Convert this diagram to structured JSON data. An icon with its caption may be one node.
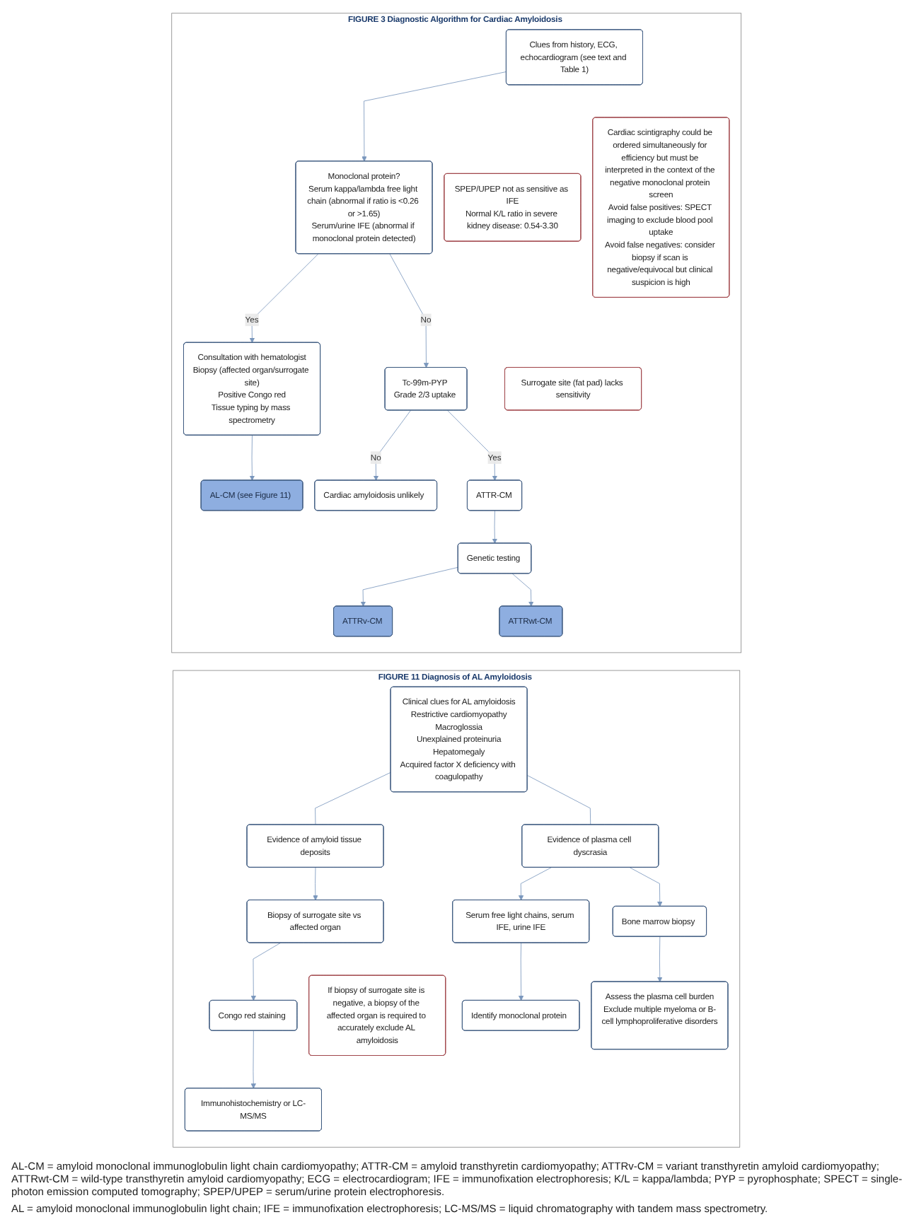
{
  "diagram": {
    "nodes": [
      {
        "text": [
          "FIGURE 3 Diagnostic Algorithm for Cardiac Amyloidosis"
        ]
      },
      {
        "text": [
          "Clues from history, ECG, echocardiogram (see text and Table 1)"
        ],
        "in": 0
      },
      {
        "text": [
          "SPEP/UPEP not as sensitive as IFE",
          "Normal K/L ratio in severe kidney disease: 0.54-3.30"
        ],
        "in": 0
      },
      {
        "text": [
          "Monoclonal protein?",
          "Serum kappa/lambda free light chain (abnormal if ratio is <0.26 or >1.65)",
          "Serum/urine IFE (abnormal if monoclonal protein detected)"
        ],
        "in": 0
      },
      {
        "text": [
          "Cardiac scintigraphy could be ordered simultaneously for efficiency but must be interpreted in the context of the negative monoclonal protein screen",
          "Avoid false positives: SPECT imaging to exclude blood pool uptake",
          "Avoid false negatives: consider biopsy if scan is negative/equivocal but clinical suspicion is high"
        ],
        "in": 0
      },
      {
        "text": [
          "Surrogate site (fat pad) lacks sensitivity"
        ],
        "in": 0
      },
      {
        "text": [
          "Consultation with hematologist",
          "Biopsy (affected organ/surrogate site)",
          "Positive Congo red",
          "Tissue typing by mass spectrometry"
        ],
        "in": 0
      },
      {
        "text": [
          "Tc-99m-PYP",
          "Grade 2/3 uptake"
        ],
        "in": 0
      },
      {
        "text": [
          "AL-CM (see Figure 11)"
        ],
        "in": 0
      },
      {
        "text": [
          "Cardiac amyloidosis unlikely"
        ],
        "in": 0
      },
      {
        "text": [
          "ATTR-CM"
        ],
        "in": 0
      },
      {
        "text": [
          "Genetic testing"
        ],
        "in": 0
      },
      {
        "text": [
          "ATTRv-CM"
        ],
        "in": 0
      },
      {
        "text": [
          "ATTRwt-CM"
        ],
        "in": 0
      },
      {
        "text": [
          "FIGURE 11 Diagnosis of AL Amyloidosis"
        ]
      },
      {
        "text": [
          "Clinical clues for AL amyloidosis",
          "Restrictive cardiomyopathy",
          "Macroglossia",
          "Unexplained proteinuria",
          "Hepatomegaly",
          "Acquired factor X deficiency with coagulopathy"
        ],
        "in": 14
      },
      {
        "text": [
          "Evidence of amyloid tissue deposits"
        ],
        "in": 14
      },
      {
        "text": [
          "Evidence of plasma cell dyscrasia"
        ],
        "in": 14
      },
      {
        "text": [
          "Biopsy of surrogate site vs affected organ"
        ],
        "in": 14
      },
      {
        "text": [
          "If biopsy of surrogate site is negative, a biopsy of the affected organ is required to accurately exclude AL amyloidosis"
        ],
        "in": 14
      },
      {
        "text": [
          "Congo red staining"
        ],
        "in": 14
      },
      {
        "text": [
          "Immunohistochemistry or LC-MS/MS"
        ],
        "in": 14
      },
      {
        "text": [
          "Serum free light chains, serum IFE, urine IFE"
        ],
        "in": 14
      },
      {
        "text": [
          "Bone marrow biopsy"
        ],
        "in": 14
      },
      {
        "text": [
          "Identify monoclonal protein"
        ],
        "in": 14
      },
      {
        "text": [
          "Assess the plasma cell burden",
          "Exclude multiple myeloma or B-cell lymphoproliferative disorders"
        ],
        "in": 14
      }
    ],
    "edges": [
      {
        "from": 1,
        "to": 3,
        "arrow": "to"
      },
      {
        "from": 3,
        "to": 6,
        "arrow": "to",
        "label": "Yes"
      },
      {
        "from": 3,
        "to": 7,
        "arrow": "to",
        "label": "No"
      },
      {
        "from": 6,
        "to": 8,
        "arrow": "to"
      },
      {
        "from": 7,
        "to": 9,
        "arrow": "to",
        "label": "No"
      },
      {
        "from": 7,
        "to": 10,
        "arrow": "to",
        "label": "Yes"
      },
      {
        "from": 10,
        "to": 11,
        "arrow": "to"
      },
      {
        "from": 11,
        "to": 12,
        "arrow": "to"
      },
      {
        "from": 11,
        "to": 13,
        "arrow": "to"
      },
      {
        "from": 15,
        "to": 16,
        "arrow": "none"
      },
      {
        "from": 15,
        "to": 17,
        "arrow": "none"
      },
      {
        "from": 16,
        "to": 18,
        "arrow": "to"
      },
      {
        "from": 18,
        "to": 20,
        "arrow": "to"
      },
      {
        "from": 20,
        "to": 21,
        "arrow": "to"
      },
      {
        "from": 17,
        "to": 22,
        "arrow": "to"
      },
      {
        "from": 17,
        "to": 23,
        "arrow": "to"
      },
      {
        "from": 22,
        "to": 24,
        "arrow": "to"
      },
      {
        "from": 23,
        "to": 25,
        "arrow": "to"
      }
    ],
    "labels": [
      "AL-CM = amyloid monoclonal immunoglobulin light chain cardiomyopathy; ATTR-CM = amyloid transthyretin cardiomyopathy; ATTRv-CM = variant transthyretin amyloid cardiomyopathy; ATTRwt-CM = wild-type transthyretin amyloid cardiomyopathy; ECG = electrocardiogram; IFE = immunofixation electrophoresis; K/L = kappa/lambda; PYP = pyrophosphate; SPECT = single-photon emission computed tomography; SPEP/UPEP = serum/urine protein electrophoresis.",
      "AL = amyloid monoclonal immunoglobulin light chain; IFE = immunofixation electrophoresis; LC-MS/MS = liquid chromatography with tandem mass spectrometry."
    ]
  }
}
